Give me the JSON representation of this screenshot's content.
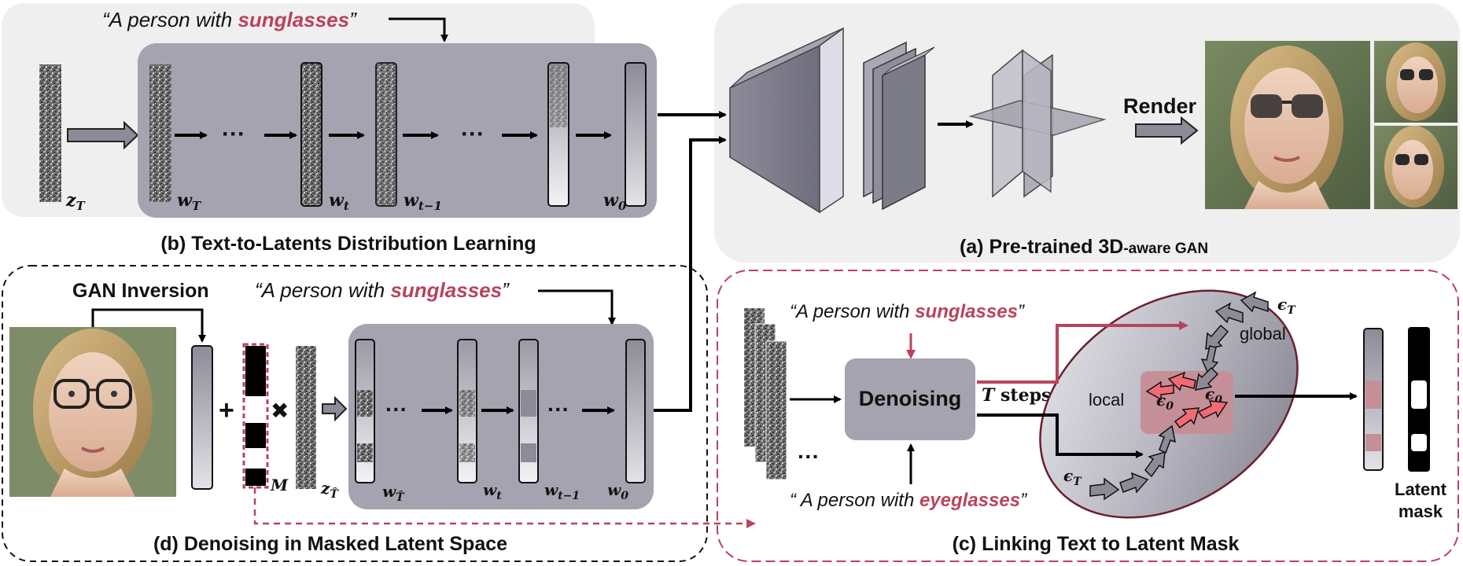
{
  "panels": {
    "b": {
      "caption": "(b) Text-to-Latents Distribution Learning",
      "prompt": {
        "prefix": "“A person with ",
        "keyword": "sunglasses",
        "suffix": "”"
      },
      "labels": {
        "zT": "z",
        "zT_sub": "T",
        "wT": "w",
        "wT_sub": "T",
        "wt": "w",
        "wt_sub": "t",
        "wt1": "w",
        "wt1_sub": "t−1",
        "w0": "w",
        "w0_sub": "0"
      },
      "ellipsis": "···"
    },
    "a": {
      "caption_main": "(a) Pre-trained 3D",
      "caption_small": "-aware GAN",
      "render_label": "Render"
    },
    "d": {
      "caption": "(d) Denoising in Masked Latent Space",
      "gan_inversion": "GAN Inversion",
      "prompt": {
        "prefix": "“A person with ",
        "keyword": "sunglasses",
        "suffix": "”"
      },
      "labels": {
        "M": "M",
        "z": "z",
        "z_sub": "T̂",
        "wT": "w",
        "wT_sub": "T̂",
        "wt": "w",
        "wt_sub": "t",
        "wt1": "w",
        "wt1_sub": "t−1",
        "w0": "w",
        "w0_sub": "0"
      },
      "plus": "+",
      "times": "✖",
      "ellipsis": "···"
    },
    "c": {
      "caption": "(c) Linking Text to Latent Mask",
      "prompt_top": {
        "prefix": "“A person with ",
        "keyword": "sunglasses",
        "suffix": "”"
      },
      "prompt_bottom": {
        "prefix": "“ A person with ",
        "keyword": "eyeglasses",
        "suffix": "”"
      },
      "denoising": "Denoising",
      "t_steps_T": "T",
      "t_steps_rest": " steps",
      "global": "global",
      "local": "local",
      "eps_T": "ϵ",
      "eps_T_sub": "T",
      "eps_0": "ϵ",
      "eps_0_sub": "0",
      "latent_mask": [
        "Latent",
        "mask"
      ],
      "ellipsis": "···"
    }
  },
  "colors": {
    "keyword": "#b8445c",
    "dashed_red": "#b8445c",
    "panel_bg": "#efefef",
    "latent_box": "#a4a3af",
    "local_region": "#c48f97",
    "arrow_red": "#f06b74"
  }
}
